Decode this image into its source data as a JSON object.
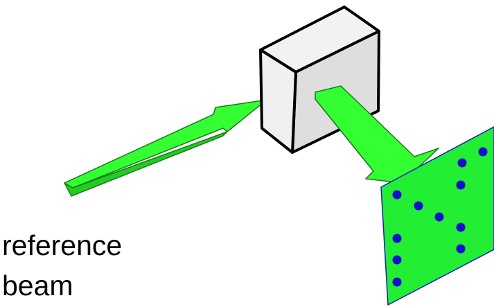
{
  "label": {
    "line1": "reference",
    "line2": "beam"
  },
  "colors": {
    "beam_fill": "#33ff33",
    "beam_edge": "#1a7a1a",
    "cube_face": "#f0f0f0",
    "cube_side": "#d9d9d9",
    "cube_edge": "#000000",
    "screen_fill": "#22ee33",
    "screen_edge": "#1a7a1a",
    "dot": "#1111cc"
  },
  "icons": {
    "crystal": "hologram-crystal-cube",
    "screen": "output-screen-plate"
  }
}
